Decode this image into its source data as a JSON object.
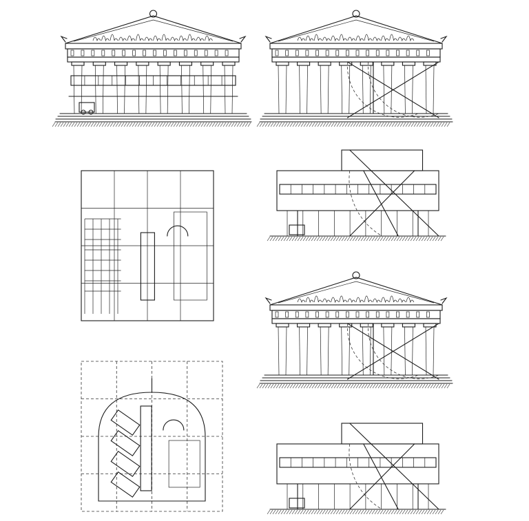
{
  "colors": {
    "ink": "#1a1a1a",
    "paper": "#ffffff"
  },
  "drawings": {
    "temples": [
      {
        "overlay": "villa",
        "regulating_lines": false
      },
      {
        "overlay": "none",
        "regulating_lines": true
      },
      {
        "overlay": "none",
        "regulating_lines": true
      }
    ],
    "villas": [
      {
        "regulating_lines": true
      },
      {
        "regulating_lines": true
      }
    ],
    "plans": [
      {
        "variant": "grid"
      },
      {
        "variant": "curved"
      }
    ]
  }
}
